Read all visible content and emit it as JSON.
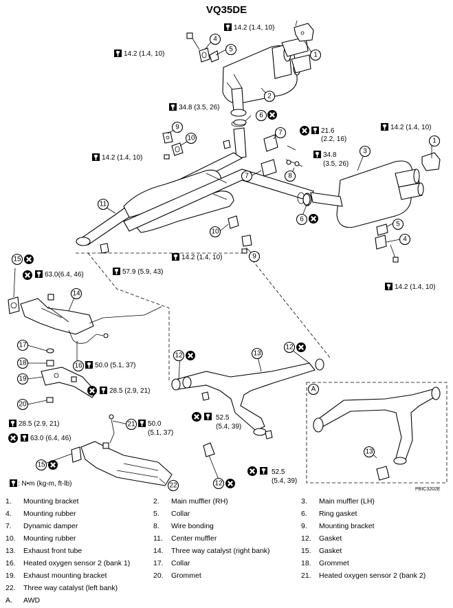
{
  "title": "VQ35DE",
  "figure_code": "PBIC3202E",
  "unit_note": ": N•m (kg-m, ft-lb)",
  "callout_a": "A",
  "torques": {
    "t_top_bracket": "14.2 (1.4, 10)",
    "t_top_left": "14.2 (1.4, 10)",
    "t_mid_34_8": "34.8 (3.5, 26)",
    "t_21_6a": "21.6",
    "t_21_6b": "(2.2, 16)",
    "t_34_8ra": "34.8",
    "t_34_8rb": "(3.5, 26)",
    "t_right_top": "14.2 (1.4, 10)",
    "t_left_mid": "14.2 (1.4, 10)",
    "t_center_low": "14.2 (1.4, 10)",
    "t_57_9": "57.9 (5.9, 43)",
    "t_right_low": "14.2 (1.4, 10)",
    "t_63_a": "63.0(6.4, 46)",
    "t_50_a": "50.0 (5.1, 37)",
    "t_28_5a": "28.5 (2.9, 21)",
    "t_28_5b": "28.5 (2.9, 21)",
    "t_50_ba": "50.0",
    "t_50_bb": "(5.1, 37)",
    "t_63_b": "63.0 (6.4, 46)",
    "t_52_5aa": "52.5",
    "t_52_5ab": "(5.4, 39)",
    "t_52_5ba": "52.5",
    "t_52_5bb": "(5.4, 39)"
  },
  "legend": [
    [
      "1.",
      "Mounting bracket",
      "2.",
      "Main muffler (RH)",
      "3.",
      "Main muffler (LH)"
    ],
    [
      "4.",
      "Mounting rubber",
      "5.",
      "Collar",
      "6.",
      "Ring gasket"
    ],
    [
      "7.",
      "Dynamic damper",
      "8.",
      "Wire bonding",
      "9.",
      "Mounting bracket"
    ],
    [
      "10.",
      "Mounting rubber",
      "11.",
      "Center muffler",
      "12.",
      "Gasket"
    ],
    [
      "13.",
      "Exhaust front tube",
      "14.",
      "Three way catalyst (right bank)",
      "15.",
      "Gasket"
    ],
    [
      "16.",
      "Heated oxygen sensor 2 (bank 1)",
      "17.",
      "Collar",
      "18.",
      "Grommet"
    ],
    [
      "19.",
      "Exhaust mounting bracket",
      "20.",
      "Grommet",
      "21.",
      "Heated oxygen sensor 2 (bank 2)"
    ],
    [
      "22.",
      "Three way catalyst (left bank)",
      "",
      "",
      "",
      ""
    ],
    [
      "A.",
      "AWD",
      "",
      "",
      "",
      ""
    ]
  ],
  "callouts": {
    "c1a": "1",
    "c1b": "1",
    "c2": "2",
    "c3": "3",
    "c4a": "4",
    "c4b": "4",
    "c5a": "5",
    "c5b": "5",
    "c6a": "6",
    "c6b": "6",
    "c7a": "7",
    "c7b": "7",
    "c8": "8",
    "c9a": "9",
    "c9b": "9",
    "c10a": "10",
    "c10b": "10",
    "c11": "11",
    "c12a": "12",
    "c12b": "12",
    "c12c": "12",
    "c13a": "13",
    "c13b": "13",
    "c14": "14",
    "c15a": "15",
    "c15b": "15",
    "c16": "16",
    "c17": "17",
    "c18": "18",
    "c19": "19",
    "c20": "20",
    "c21": "21",
    "c22": "22"
  }
}
